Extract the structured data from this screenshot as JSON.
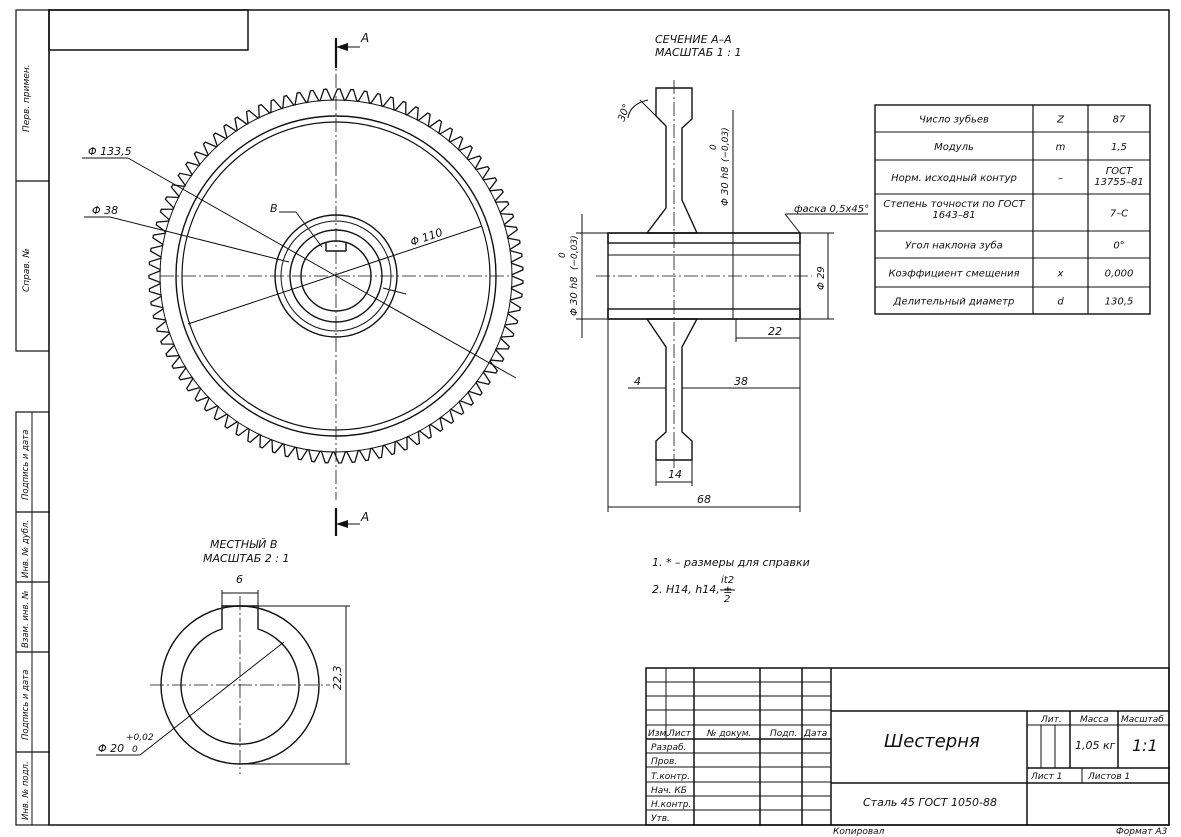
{
  "drawing": {
    "view_a_top": "A",
    "view_a_bottom": "A",
    "dim_d133": "Φ 133,5",
    "dim_d38": "Φ 38",
    "dim_d110": "Φ 110",
    "label_b": "B",
    "section_title": "СЕЧЕНИЕ А–А",
    "section_scale": "МАСШТАБ 1 : 1",
    "angle_30": "30°",
    "dim_d30_top": "Φ 30 h8",
    "tol_top_upper": "0",
    "tol_top_lower": "(−0,03)",
    "dim_d30_left": "Φ 30 h8",
    "tol_left_upper": "0",
    "tol_left_lower": "(−0,03)",
    "chamfer": "фаска 0,5х45°",
    "dim_d29": "Φ 29",
    "dim_22": "22",
    "dim_4": "4",
    "dim_38": "38",
    "dim_14": "14",
    "dim_68": "68",
    "local_title": "МЕСТНЫЙ B",
    "local_scale": "МАСШТАБ 2 : 1",
    "dim_6": "6",
    "dim_22_3": "22,3",
    "dim_d20": "Φ 20",
    "tol_d20_upper": "+0,02",
    "tol_d20_lower": "0"
  },
  "notes": {
    "note1": "1. * – размеры для справки",
    "note2_prefix": "2. H14, h14, ±",
    "note2_frac_top": "it2",
    "note2_frac_bottom": "2"
  },
  "param_table": [
    {
      "name": "Число зубьев",
      "symbol": "Z",
      "value": "87"
    },
    {
      "name": "Модуль",
      "symbol": "m",
      "value": "1,5"
    },
    {
      "name": "Норм. исходный контур",
      "symbol": "–",
      "value": "ГОСТ 13755–81"
    },
    {
      "name": "Степень точности по ГОСТ 1643–81",
      "symbol": "",
      "value": "7–С"
    },
    {
      "name": "Угол наклона зуба",
      "symbol": "",
      "value": "0°"
    },
    {
      "name": "Коэффициент смещения",
      "symbol": "x",
      "value": "0,000"
    },
    {
      "name": "Делительный диаметр",
      "symbol": "d",
      "value": "130,5"
    }
  ],
  "side_stamp": {
    "perv": "Перв. примен.",
    "sprav": "Справ. №",
    "podp1": "Подпись и дата",
    "inv_dubl": "Инв. № дубл.",
    "vzam": "Взам. инв. №",
    "podp2": "Подпись и дата",
    "inv_podl": "Инв. № подл."
  },
  "title_block": {
    "title": "Шестерня",
    "material": "Сталь 45 ГОСТ 1050-88",
    "col_izm": "Изм.",
    "col_list": "Лист",
    "col_doc": "№ докум.",
    "col_podp": "Подп.",
    "col_data": "Дата",
    "razrab": "Разраб.",
    "prov": "Пров.",
    "tkontr": "Т.контр.",
    "nach": "Нач. КБ",
    "nkontr": "Н.контр.",
    "utv": "Утв.",
    "lit": "Лит.",
    "massa": "Масса",
    "masshtab": "Масштаб",
    "mass_value": "1,05 кг",
    "scale_value": "1:1",
    "sheet": "Лист 1",
    "sheets": "Листов 1"
  },
  "footer": {
    "copied": "Копировал",
    "format": "Формат А3"
  }
}
